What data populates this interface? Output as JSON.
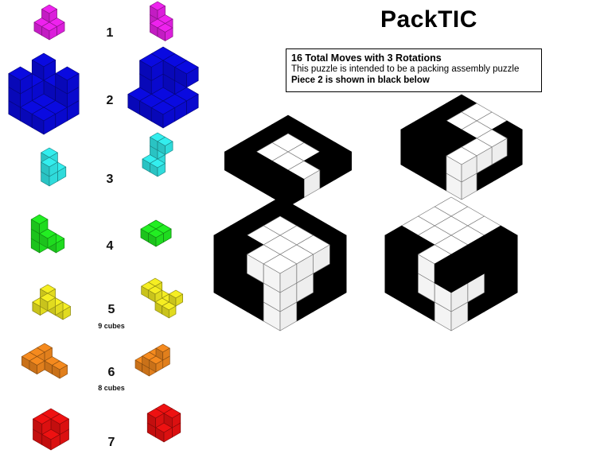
{
  "title": "PackTIC",
  "info": {
    "line1": "16 Total Moves with 3 Rotations",
    "line2": "This puzzle is intended to be a packing assembly puzzle",
    "line3": "Piece 2 is shown in black below"
  },
  "pieces": [
    {
      "label": "1",
      "color": "#ee22ee"
    },
    {
      "label": "2",
      "color": "#0a0ae0"
    },
    {
      "label": "3",
      "color": "#33eeee"
    },
    {
      "label": "4",
      "color": "#22ee22"
    },
    {
      "label": "5",
      "color": "#f5ee22",
      "sublabel": "9 cubes"
    },
    {
      "label": "6",
      "color": "#f58a1e",
      "sublabel": "8 cubes"
    },
    {
      "label": "7",
      "color": "#ee1111"
    }
  ]
}
